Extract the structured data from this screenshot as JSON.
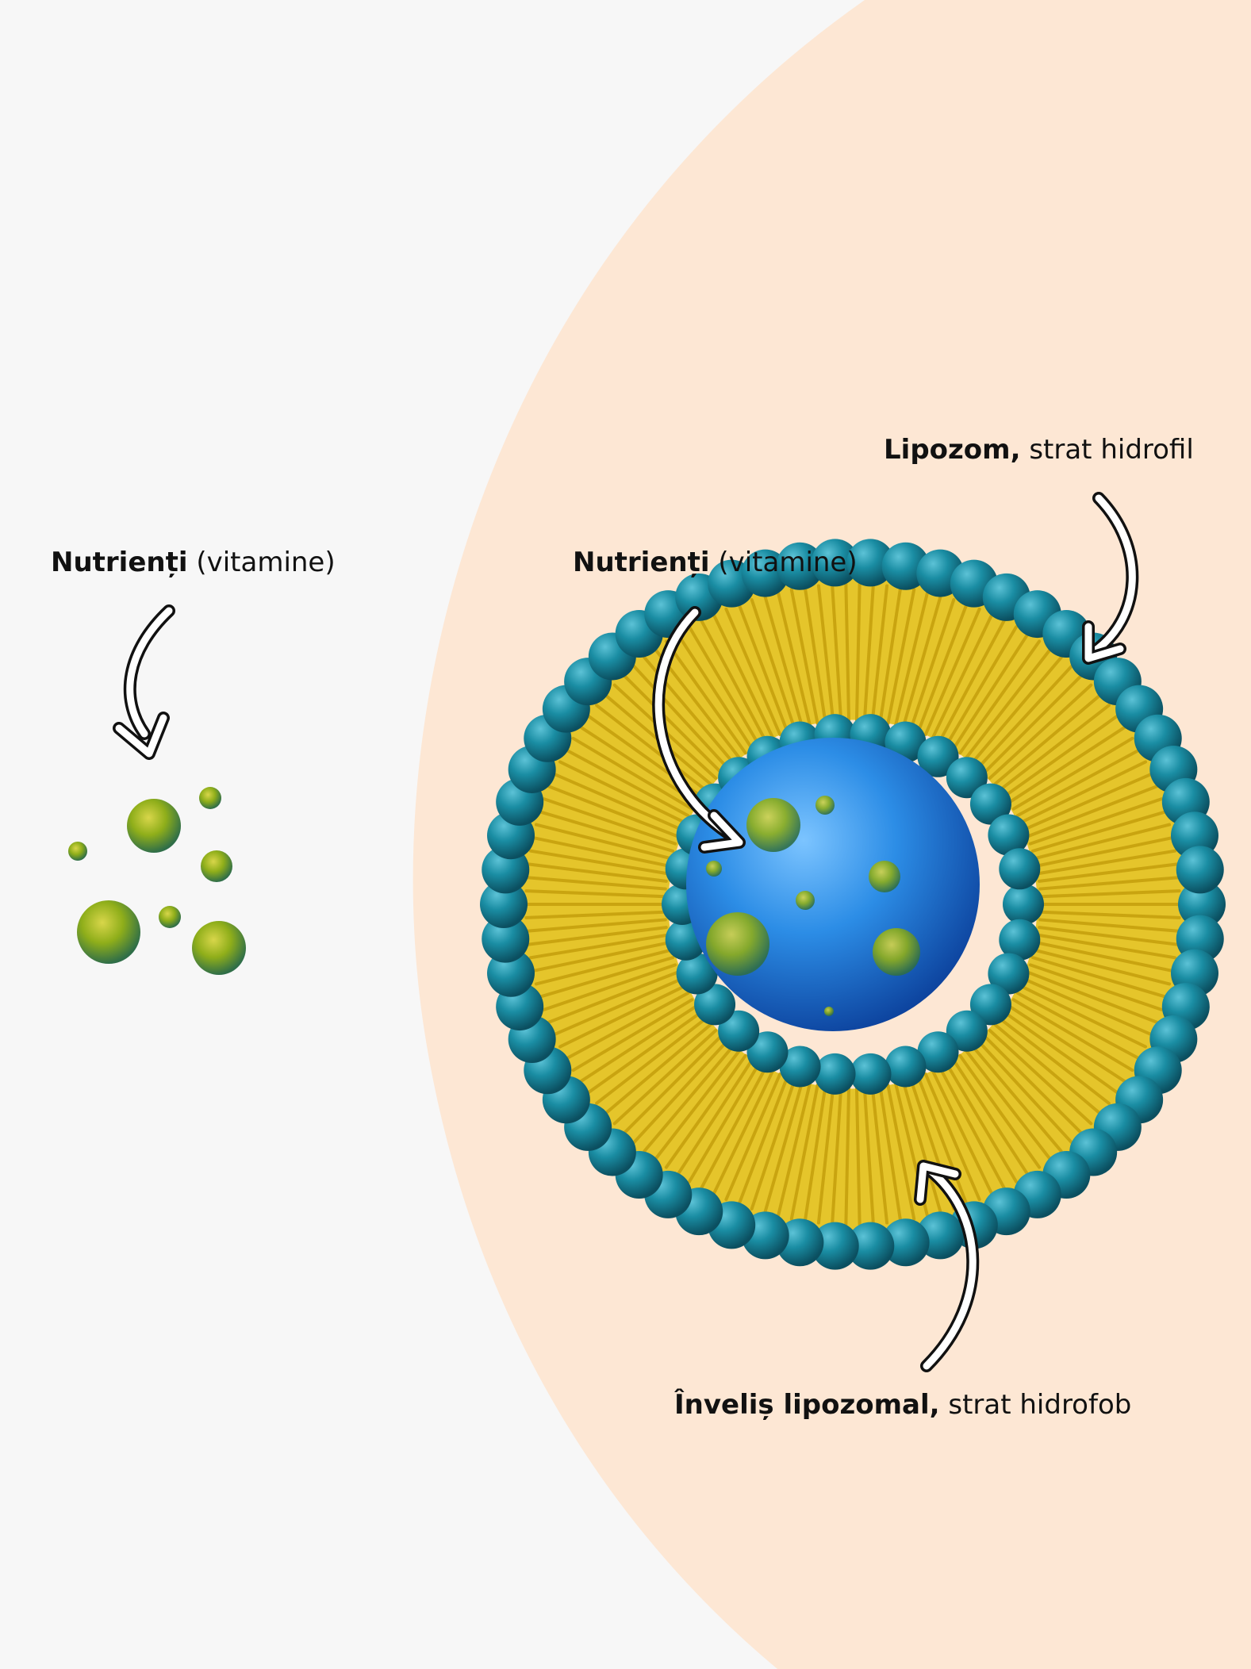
{
  "labels": {
    "free_nutrients": {
      "bold": "Nutrienți",
      "rest": " (vitamine)"
    },
    "encapsulated_nutrients": {
      "bold": "Nutrienți",
      "rest": " (vitamine)"
    },
    "liposome_layer": {
      "bold": "Lipozom,",
      "rest": " strat hidrofil"
    },
    "liposomal_shell": {
      "bold": "Înveliș lipozomal,",
      "rest": " strat hidrofob"
    }
  },
  "colors": {
    "background_left": "#f7f7f7",
    "background_right": "#fde7d4",
    "phospholipid_head": "#1a8da3",
    "lipid_tail": "#e3c21c",
    "aqueous_core": "#2c8de6",
    "nutrient_particle": "#8fae1a",
    "arrow_fill": "#ffffff",
    "arrow_outline": "#111111"
  }
}
